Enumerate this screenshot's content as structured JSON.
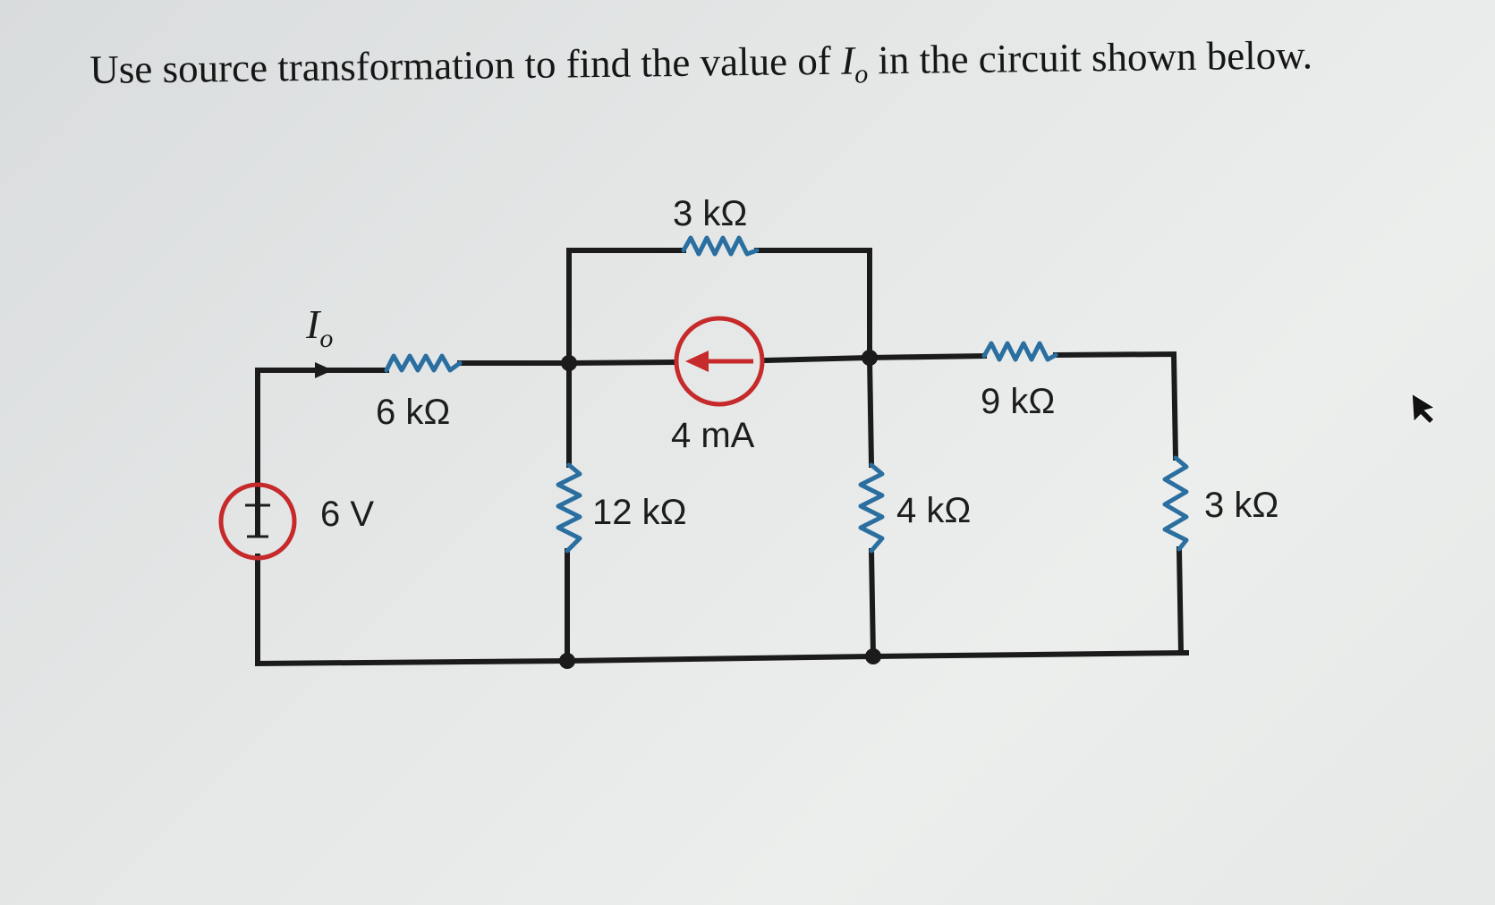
{
  "problem": {
    "prefix": "Use source transformation to find the value of",
    "var": "I",
    "sub": "o",
    "suffix": "in the circuit shown below."
  },
  "circuit": {
    "current_label_var": "I",
    "current_label_sub": "o",
    "voltage_source": "6 V",
    "current_source": "4 mA",
    "resistors": {
      "r_series_6k": "6 kΩ",
      "r_top_3k": "3 kΩ",
      "r_shunt_12k": "12 kΩ",
      "r_shunt_4k": "4 kΩ",
      "r_series_9k": "9 kΩ",
      "r_right_3k": "3 kΩ"
    },
    "colors": {
      "wire": "#1b1b1b",
      "resistor": "#2a6fa0",
      "source": "#c62a2a"
    }
  }
}
